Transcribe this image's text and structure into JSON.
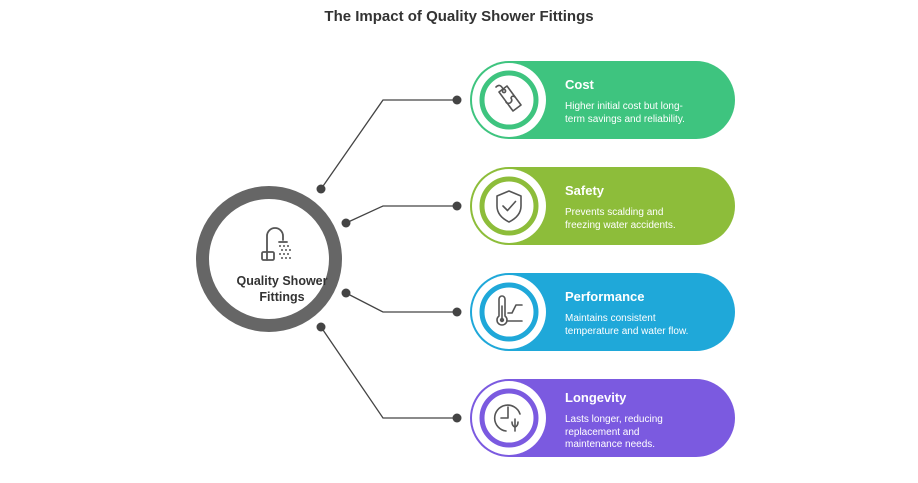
{
  "title": "The Impact of Quality Shower Fittings",
  "hub": {
    "label_line1": "Quality Shower",
    "label_line2": "Fittings",
    "icon": "shower-faucet-icon"
  },
  "colors": {
    "hub_ring": "#666666",
    "connector": "#444444",
    "cost": "#3ec47f",
    "safety": "#8dbd3a",
    "performance": "#1fa8d9",
    "longevity": "#7b5ae0"
  },
  "items": [
    {
      "title": "Cost",
      "desc_line1": "Higher initial cost but long-",
      "desc_line2": "term savings and reliability.",
      "desc_line3": "",
      "icon": "price-tag-icon"
    },
    {
      "title": "Safety",
      "desc_line1": "Prevents scalding and",
      "desc_line2": "freezing water accidents.",
      "desc_line3": "",
      "icon": "shield-check-icon"
    },
    {
      "title": "Performance",
      "desc_line1": "Maintains consistent",
      "desc_line2": "temperature and water flow.",
      "desc_line3": "",
      "icon": "thermometer-icon"
    },
    {
      "title": "Longevity",
      "desc_line1": "Lasts longer, reducing",
      "desc_line2": "replacement and",
      "desc_line3": "maintenance needs.",
      "icon": "clock-plant-icon"
    }
  ]
}
